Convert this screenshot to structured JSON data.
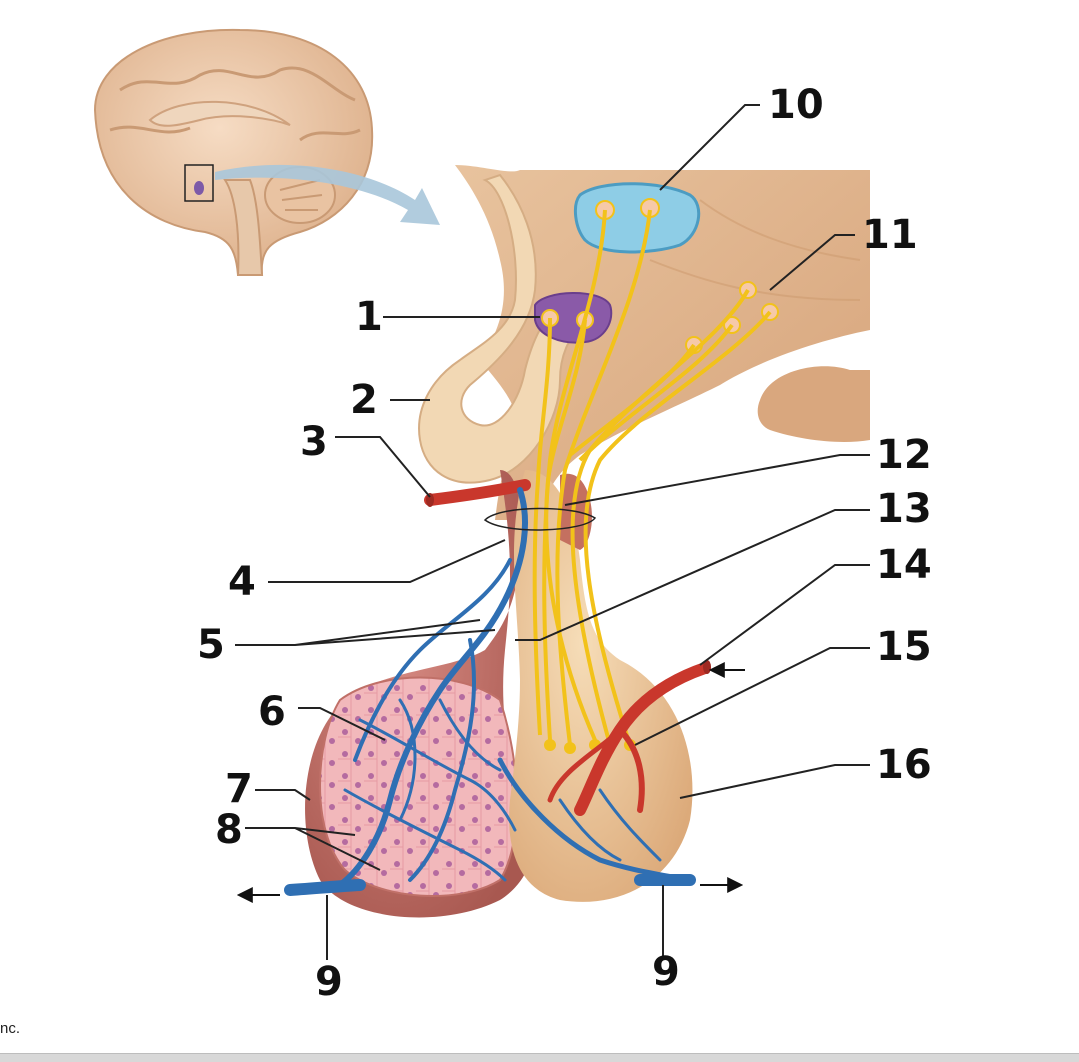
{
  "labels": {
    "l1": "1",
    "l2": "2",
    "l3": "3",
    "l4": "4",
    "l5": "5",
    "l6": "6",
    "l7": "7",
    "l8": "8",
    "l9a": "9",
    "l9b": "9",
    "l10": "10",
    "l11": "11",
    "l12": "12",
    "l13": "13",
    "l14": "14",
    "l15": "15",
    "l16": "16"
  },
  "credit": "nc.",
  "colors": {
    "tissue": "#e5b98c",
    "hypothalamus": "#e0b288",
    "brain": "#ecc7a8",
    "artery": "#c9372c",
    "vein": "#2f6fb3",
    "axon": "#f2c21a",
    "nucleus_blue": "#8ecde6",
    "nucleus_purple": "#8a5aa8",
    "anterior_lobe": "#c07068",
    "posterior_lobe": "#ecc89a",
    "cells": "#f3b2b6"
  }
}
